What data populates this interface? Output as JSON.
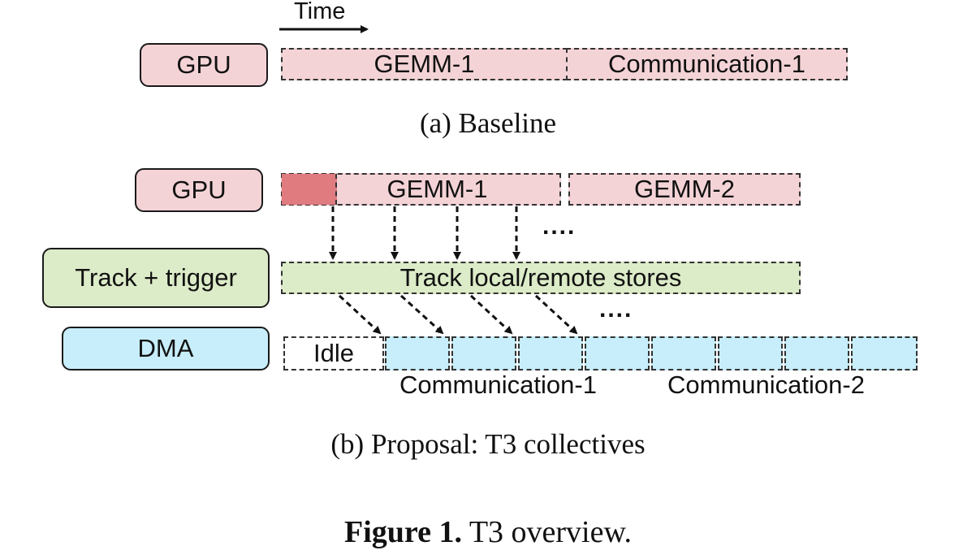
{
  "time_label": "Time",
  "baseline": {
    "gpu_label": "GPU",
    "gemm_label": "GEMM-1",
    "comm_label": "Communication-1",
    "caption": "(a) Baseline"
  },
  "proposal": {
    "gpu_label": "GPU",
    "gemm1_label": "GEMM-1",
    "gemm2_label": "GEMM-2",
    "track_label": "Track + trigger",
    "track_bar_label": "Track local/remote stores",
    "dma_label": "DMA",
    "idle_label": "Idle",
    "comm1_label": "Communication-1",
    "comm2_label": "Communication-2",
    "ellipsis": "....",
    "caption": "(b) Proposal: T3 collectives"
  },
  "figure": {
    "number": "Figure 1.",
    "title": "T3 overview."
  },
  "colors": {
    "gpu": "#f4d3d6",
    "gpu_active": "#e07b7f",
    "track": "#dcebc8",
    "dma": "#c7eefa"
  }
}
